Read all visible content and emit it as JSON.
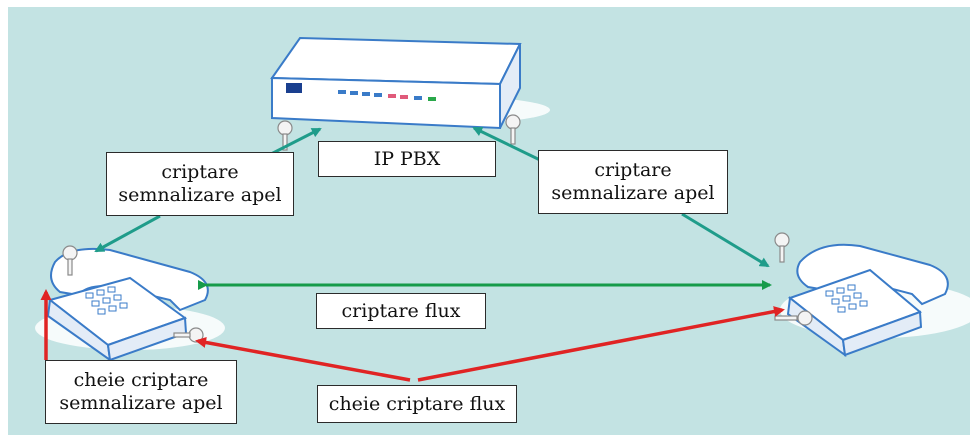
{
  "colors": {
    "background": "#c3e3e3",
    "signal_arrow": "#1f9c8a",
    "media_arrow": "#169b4a",
    "key_arrow": "#e02424",
    "device_outline": "#3a7bc8",
    "device_fill": "#ffffff"
  },
  "labels": {
    "pbx": "IP PBX",
    "left_signaling": "criptare\nsemnalizare apel",
    "right_signaling": "criptare\nsemnalizare apel",
    "media": "criptare flux",
    "signaling_key": "cheie criptare\nsemnalizare apel",
    "media_key": "cheie criptare flux"
  },
  "icons": {
    "pbx_device": "ip-pbx-device-icon",
    "left_phone": "desk-phone-icon",
    "right_phone": "desk-phone-icon",
    "lock": "lock-key-icon"
  }
}
